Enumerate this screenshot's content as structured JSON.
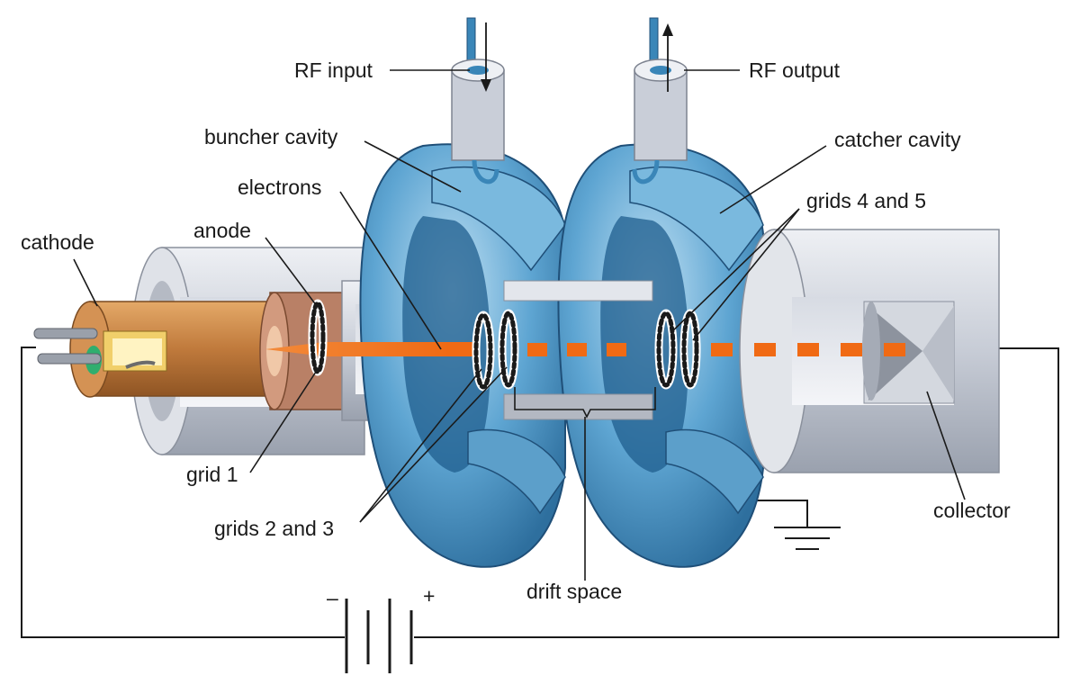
{
  "labels": {
    "rf_input": "RF input",
    "rf_output": "RF output",
    "buncher_cavity": "buncher cavity",
    "catcher_cavity": "catcher cavity",
    "electrons": "electrons",
    "grids_4_5": "grids 4 and 5",
    "cathode": "cathode",
    "anode": "anode",
    "grid_1": "grid 1",
    "grids_2_3": "grids 2 and 3",
    "drift_space": "drift space",
    "collector": "collector",
    "battery_minus": "–",
    "battery_plus": "+"
  },
  "colors": {
    "cavity_blue": "#4a93c4",
    "cavity_light": "#9cc9e6",
    "tube_gray": "#c9cdd6",
    "cathode_copper": "#c07a3c",
    "anode_copper": "#c98466",
    "beam_orange": "#f07020",
    "wire_black": "#1a1a1a"
  }
}
